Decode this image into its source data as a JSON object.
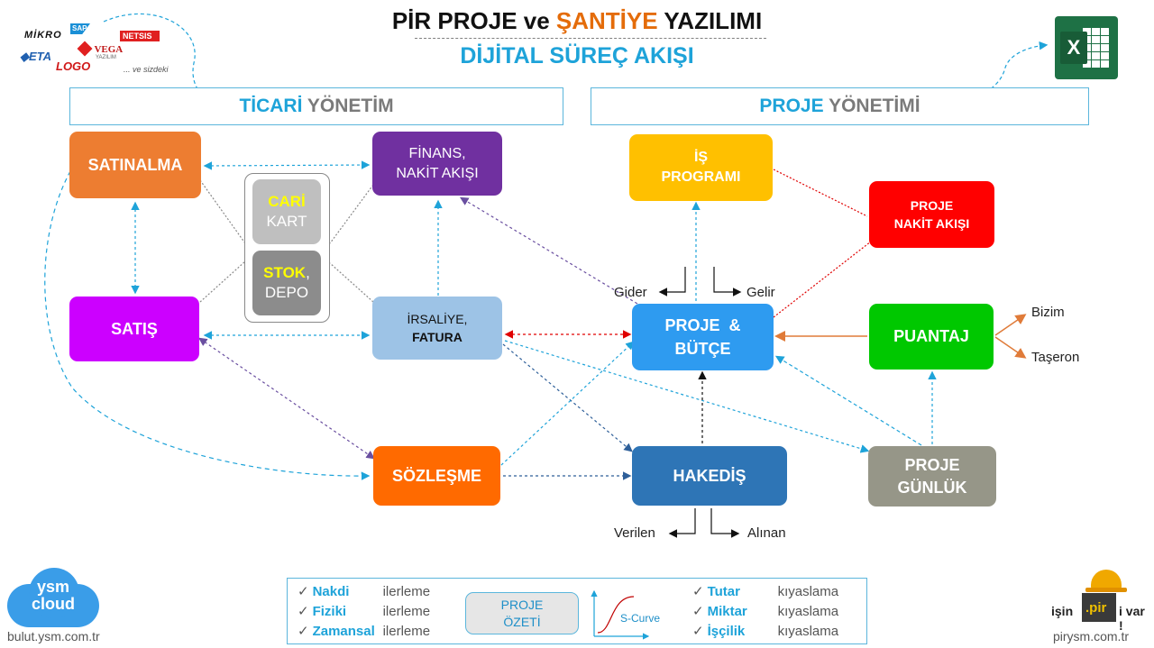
{
  "header": {
    "title_part1": "PİR PROJE ve ",
    "title_highlight": "ŞANTİYE",
    "title_part2": " YAZILIMI",
    "subtitle": "DİJİTAL SÜREÇ AKIŞI"
  },
  "logos": {
    "mikro": "MİKRO",
    "sap": "SAP",
    "netsis": "NETSIS",
    "vega": "VEGA",
    "vega_sub": "YAZILIM",
    "eta": "ETA",
    "logo": "LOGO",
    "ve_sizdeki": "... ve sizdeki",
    "excel": "X"
  },
  "sections": {
    "ticari_blue": "TİCARİ",
    "ticari_gray": " YÖNETİM",
    "proje_blue": "PROJE",
    "proje_gray": " YÖNETİMİ"
  },
  "nodes": {
    "satinalma": "SATINALMA",
    "finans_l1": "FİNANS,",
    "finans_l2": "NAKİT AKIŞI",
    "cari_l1": "CARİ",
    "cari_l2": "KART",
    "stok_l1": "STOK",
    "stok_comma": ",",
    "stok_l2": "DEPO",
    "satis": "SATIŞ",
    "irsaliye_l1": "İRSALİYE,",
    "irsaliye_l2": "FATURA",
    "sozlesme": "SÖZLEŞME",
    "is_l1": "İŞ",
    "is_l2": "PROGRAMI",
    "proje_nakit_l1": "PROJE",
    "proje_nakit_l2": "NAKİT AKIŞI",
    "proje_butce_l1": "PROJE  &",
    "proje_butce_l2": "BÜTÇE",
    "puantaj": "PUANTAJ",
    "hakedis": "HAKEDİŞ",
    "proje_gunluk_l1": "PROJE",
    "proje_gunluk_l2": "GÜNLÜK"
  },
  "labels": {
    "gider": "Gider",
    "gelir": "Gelir",
    "bizim": "Bizim",
    "taseron": "Taşeron",
    "verilen": "Verilen",
    "alinan": "Alınan"
  },
  "summary": {
    "left": [
      {
        "key": "Nakdi",
        "word": "ilerleme"
      },
      {
        "key": "Fiziki",
        "word": "ilerleme"
      },
      {
        "key": "Zamansal",
        "word": "ilerleme"
      }
    ],
    "center_l1": "PROJE",
    "center_l2": "ÖZETİ",
    "scurve": "S-Curve",
    "right": [
      {
        "key": "Tutar",
        "word": "kıyaslama"
      },
      {
        "key": "Miktar",
        "word": "kıyaslama"
      },
      {
        "key": "İşçilik",
        "word": "kıyaslama"
      }
    ],
    "check": "✓"
  },
  "footer": {
    "cloud_l1": "ysm",
    "cloud_l2": "cloud",
    "left_url": "bulut.ysm.com.tr",
    "isin": "işin",
    "pir": ".pir",
    "ivar": "i var !",
    "right_url": "pirysm.com.tr"
  },
  "colors": {
    "satinalma": "#ed7d31",
    "finans": "#7030a0",
    "satis": "#cc00ff",
    "irsaliye": "#9dc3e6",
    "sozlesme": "#ff6a00",
    "is_programi": "#ffc000",
    "proje_nakit": "#ff0000",
    "proje_butce": "#2e9bf0",
    "puantaj": "#00c800",
    "hakedis": "#2e75b6",
    "proje_gunluk": "#969688",
    "accent_blue": "#1ea3d9"
  }
}
